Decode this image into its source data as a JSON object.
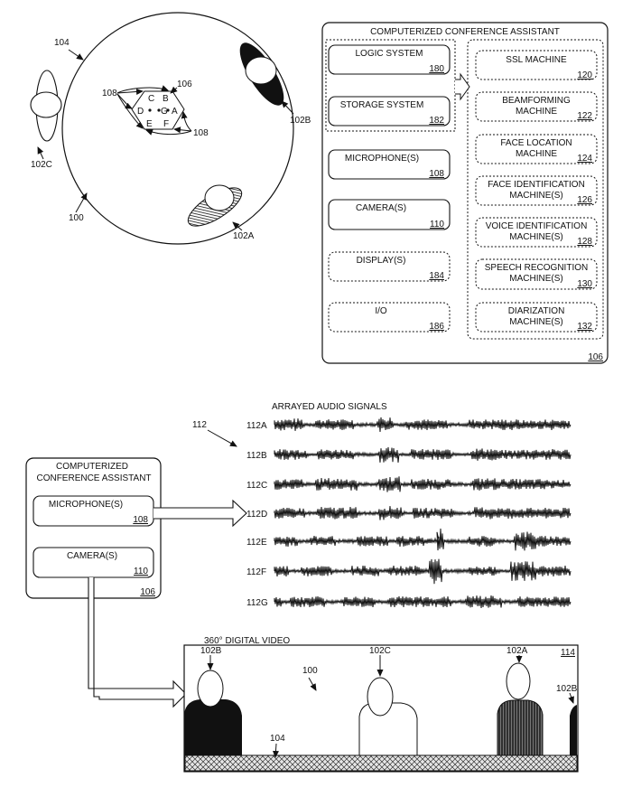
{
  "top": {
    "room_label": "100",
    "table_label": "104",
    "device_label": "106",
    "mic_label_1": "108",
    "mic_label_2": "108",
    "mic_letters": [
      "C",
      "B",
      "D",
      "G",
      "A",
      "E",
      "F"
    ],
    "people": [
      {
        "id": "102A",
        "label": "102A"
      },
      {
        "id": "102B",
        "label": "102B"
      },
      {
        "id": "102C",
        "label": "102C"
      }
    ]
  },
  "assistant": {
    "title": "COMPUTERIZED CONFERENCE ASSISTANT",
    "ref": "106",
    "left_blocks": [
      {
        "label": "LOGIC SYSTEM",
        "ref": "180"
      },
      {
        "label": "STORAGE SYSTEM",
        "ref": "182"
      },
      {
        "label": "MICROPHONE(S)",
        "ref": "108"
      },
      {
        "label": "CAMERA(S)",
        "ref": "110"
      },
      {
        "label": "DISPLAY(S)",
        "ref": "184"
      },
      {
        "label": "I/O",
        "ref": "186"
      }
    ],
    "machines": [
      {
        "lines": [
          "SSL MACHINE"
        ],
        "ref": "120"
      },
      {
        "lines": [
          "BEAMFORMING",
          "MACHINE"
        ],
        "ref": "122"
      },
      {
        "lines": [
          "FACE LOCATION",
          "MACHINE"
        ],
        "ref": "124"
      },
      {
        "lines": [
          "FACE IDENTIFICATION",
          "MACHINE(S)"
        ],
        "ref": "126"
      },
      {
        "lines": [
          "VOICE IDENTIFICATION",
          "MACHINE(S)"
        ],
        "ref": "128"
      },
      {
        "lines": [
          "SPEECH RECOGNITION",
          "MACHINE(S)"
        ],
        "ref": "130"
      },
      {
        "lines": [
          "DIARIZATION",
          "MACHINE(S)"
        ],
        "ref": "132"
      }
    ]
  },
  "audio": {
    "title": "ARRAYED AUDIO SIGNALS",
    "ref": "112",
    "tracks": [
      "112A",
      "112B",
      "112C",
      "112D",
      "112E",
      "112F",
      "112G"
    ]
  },
  "small_assistant": {
    "title_line1": "COMPUTERIZED",
    "title_line2": "CONFERENCE ASSISTANT",
    "mic_label": "MICROPHONE(S)",
    "mic_ref": "108",
    "cam_label": "CAMERA(S)",
    "cam_ref": "110",
    "ref": "106"
  },
  "video": {
    "title": "360° DIGITAL VIDEO",
    "ref": "114",
    "room_label": "100",
    "table_label": "104",
    "people": [
      {
        "label": "102B",
        "fill": "black"
      },
      {
        "label": "102C",
        "fill": "white"
      },
      {
        "label": "102A",
        "fill": "hatch"
      },
      {
        "label": "102B",
        "fill": "black"
      }
    ]
  },
  "colors": {
    "ink": "#111111",
    "paper": "#ffffff",
    "gray": "#555555"
  }
}
